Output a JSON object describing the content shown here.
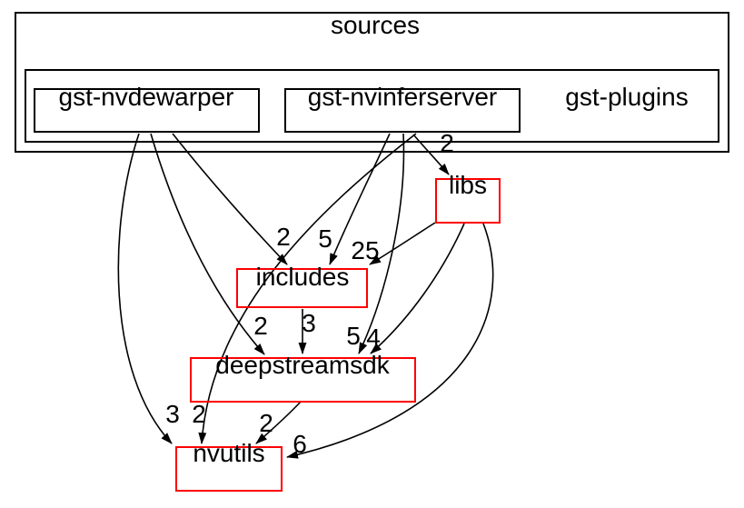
{
  "clusters": {
    "sources": {
      "label": "sources"
    },
    "gst_plugins": {
      "label": "gst-plugins"
    }
  },
  "nodes": {
    "gst_nvdewarper": {
      "label": "gst-nvdewarper",
      "border_color": "#000000"
    },
    "gst_nvinferserver": {
      "label": "gst-nvinferserver",
      "border_color": "#000000"
    },
    "libs": {
      "label": "libs",
      "border_color": "#ff0000"
    },
    "includes": {
      "label": "includes",
      "border_color": "#ff0000"
    },
    "deepstreamsdk": {
      "label": "deepstreamsdk",
      "border_color": "#ff0000"
    },
    "nvutils": {
      "label": "nvutils",
      "border_color": "#ff0000"
    }
  },
  "edges": [
    {
      "from": "gst-nvinferserver",
      "to": "libs",
      "label": "2"
    },
    {
      "from": "gst-nvdewarper",
      "to": "includes",
      "label": "2"
    },
    {
      "from": "gst-nvinferserver",
      "to": "includes",
      "label": "5"
    },
    {
      "from": "libs",
      "to": "includes",
      "label": "25"
    },
    {
      "from": "gst-nvdewarper",
      "to": "deepstreamsdk",
      "label": "2"
    },
    {
      "from": "includes",
      "to": "deepstreamsdk",
      "label": "3"
    },
    {
      "from": "gst-nvinferserver",
      "to": "deepstreamsdk",
      "label": "5"
    },
    {
      "from": "libs",
      "to": "deepstreamsdk",
      "label": "4"
    },
    {
      "from": "gst-nvdewarper",
      "to": "nvutils",
      "label": "3"
    },
    {
      "from": "gst-nvinferserver",
      "to": "nvutils",
      "label": "2"
    },
    {
      "from": "deepstreamsdk",
      "to": "nvutils",
      "label": "2"
    },
    {
      "from": "libs",
      "to": "nvutils",
      "label": "6"
    }
  ],
  "colors": {
    "background": "#ffffff",
    "edge": "#000000",
    "node_border": "#000000",
    "highlight_node_border": "#ff0000",
    "text": "#000000"
  }
}
